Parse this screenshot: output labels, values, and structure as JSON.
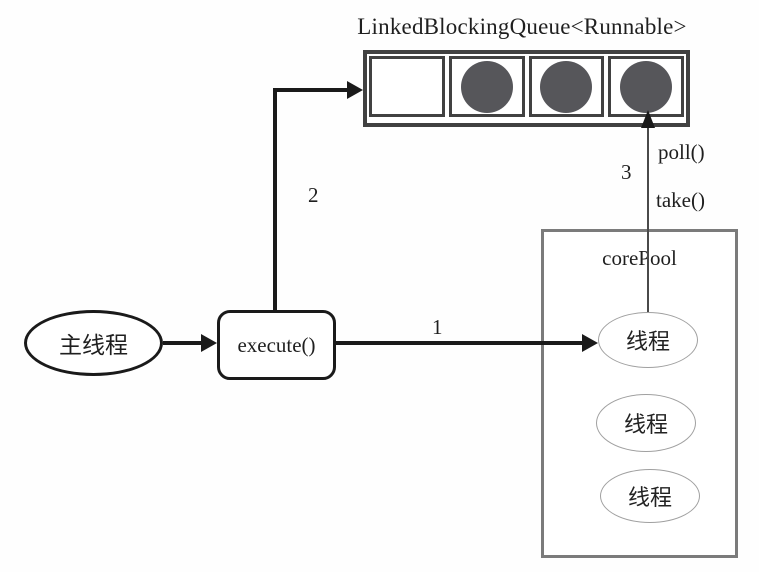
{
  "diagram": {
    "title": "LinkedBlockingQueue<Runnable>",
    "queue": {
      "cells": [
        {
          "filled": false
        },
        {
          "filled": true
        },
        {
          "filled": true
        },
        {
          "filled": true
        }
      ]
    },
    "main_thread": {
      "label": "主线程"
    },
    "execute_box": {
      "label": "execute()"
    },
    "core_pool": {
      "label": "corePool",
      "threads": [
        {
          "label": "线程"
        },
        {
          "label": "线程"
        },
        {
          "label": "线程"
        }
      ]
    },
    "arrows": {
      "step_1_label": "1",
      "step_2_label": "2",
      "step_3_label": "3",
      "poll_label": "poll()",
      "take_label": "take()"
    },
    "colors": {
      "queue-border": "#414141",
      "task-circle": "#56565a",
      "core-pool-border": "#7b7b7b",
      "thread-ellipse-border": "#a0a0a0",
      "line": "#1a1a1a",
      "thin-line": "#4a4a4a",
      "text": "#1f1f1f"
    }
  }
}
